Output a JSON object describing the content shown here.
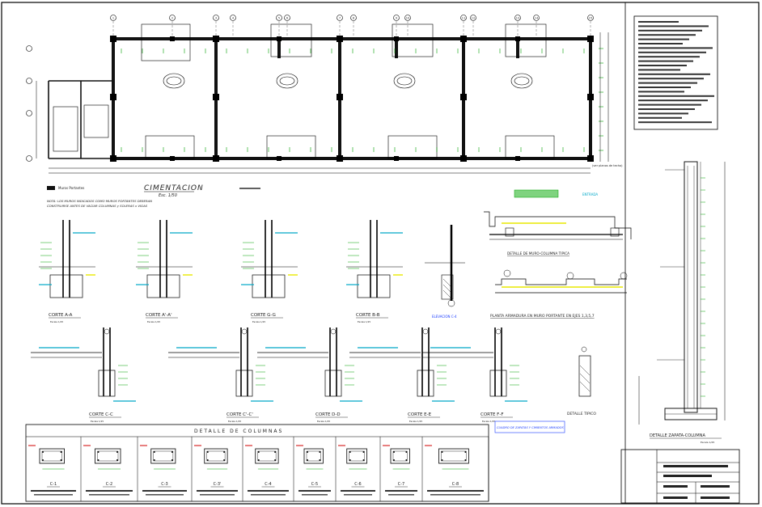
{
  "drawing": {
    "plan_title": "CIMENTACION",
    "plan_scale": "Esc. 1/50",
    "plan_note_line1": "NOTA: LOS MUROS INDICADOS COMO MUROS PORTANTES DEBERAN",
    "plan_note_line2": "CONSTRUIRSE ANTES DE VACIAR COLUMNAS y SOLERAS o VIGAS",
    "legend_label": "Muros Portantes",
    "side_note": "(ver planos de techo)",
    "entrance_label": "ENTRADA",
    "column_detail_title": "DETALLE DE COLUMNAS",
    "zapata_columna_title": "DETALLE ZAPATA-COLUMNA",
    "cuadro_title": "CUADRO DE ZAPATAS Y CIMIENTOS ARMADOS",
    "planta_armadura_title": "PLANTA ARMADURA EN MURO PORTANTE EN EJES 1,3,5,7",
    "detalle_muro_title": "DETALLE DE MURO-COLUMNA TIPICA",
    "elevacion_title": "ELEVACION C-4",
    "detalle_tipico_title": "DETALLE TIPICO",
    "scale_small": "Escala 1/25"
  },
  "grid_axes": [
    "1",
    "2",
    "3",
    "4",
    "5",
    "6",
    "7",
    "8",
    "9",
    "10",
    "11",
    "12",
    "13",
    "14",
    "15"
  ],
  "sections_row1": [
    "CORTE A-A",
    "CORTE A'-A'",
    "CORTE G-G",
    "CORTE B-B"
  ],
  "sections_row2": [
    "CORTE C-C",
    "CORTE C'-C'",
    "CORTE D-D",
    "CORTE E-E",
    "CORTE F-F"
  ],
  "column_types": [
    "C-1",
    "C-2",
    "C-3",
    "C-3'",
    "C-4",
    "C-5",
    "C-6",
    "C-7",
    "C-8"
  ],
  "colors": {
    "line": "#000000",
    "wall": "#111111",
    "dim_green": "#00a000",
    "note_yellow": "#e8e800",
    "callout_blue": "#1a3cff",
    "cyan": "#00a8c8",
    "red": "#d00000"
  }
}
